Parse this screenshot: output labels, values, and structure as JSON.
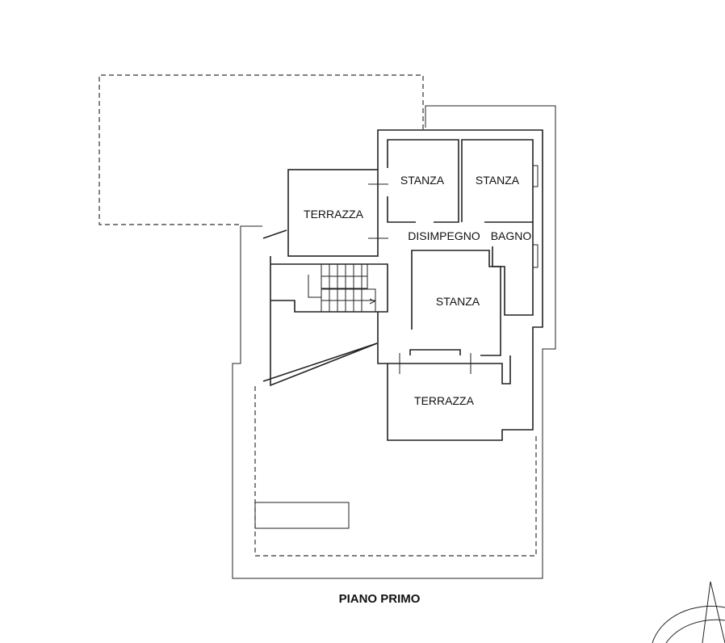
{
  "plan": {
    "title": "PIANO PRIMO",
    "rooms": {
      "stanza_1": "STANZA",
      "stanza_2": "STANZA",
      "terrazza_top": "TERRAZZA",
      "disimpegno": "DISIMPEGNO",
      "bagno": "BAGNO",
      "stanza_3": "STANZA",
      "terrazza_bottom": "TERRAZZA"
    }
  }
}
